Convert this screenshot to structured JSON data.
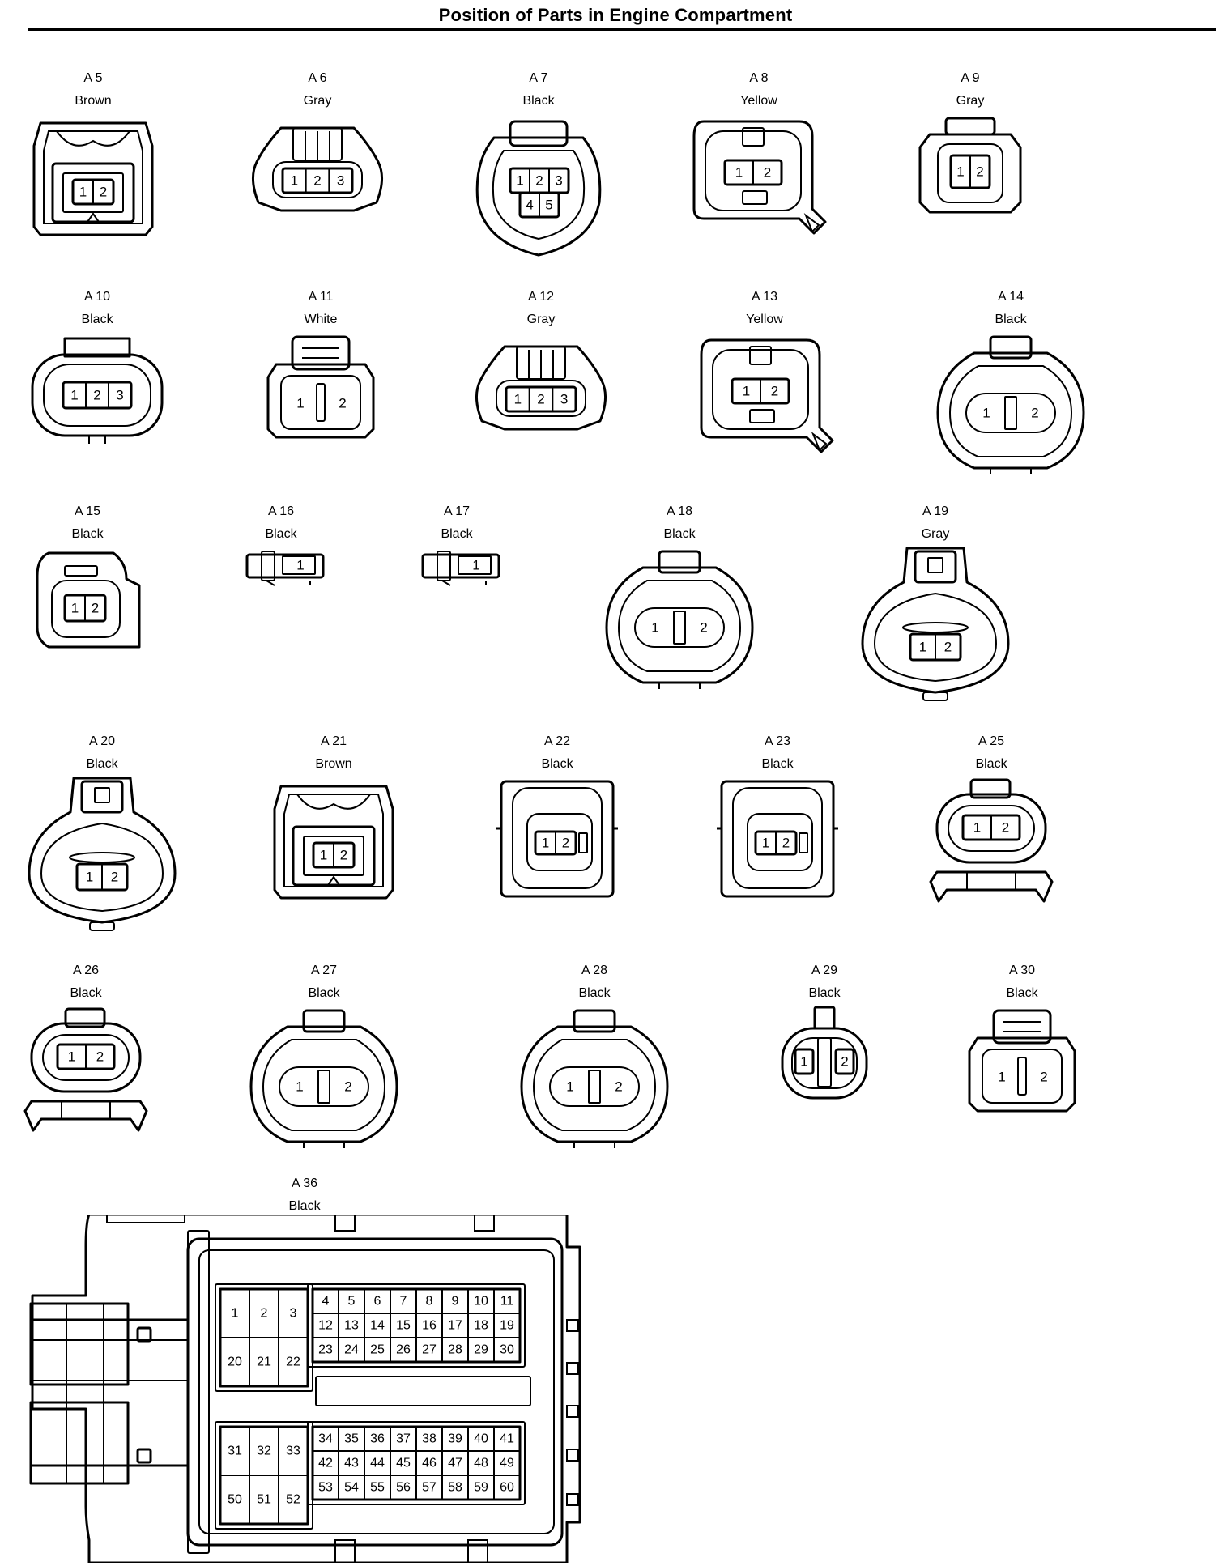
{
  "title": "Position of Parts in Engine Compartment",
  "connectors": [
    {
      "id": "A 5",
      "color": "Brown",
      "pins": [
        "1",
        "2"
      ]
    },
    {
      "id": "A 6",
      "color": "Gray",
      "pins": [
        "1",
        "2",
        "3"
      ]
    },
    {
      "id": "A 7",
      "color": "Black",
      "pins": [
        "1",
        "2",
        "3",
        "4",
        "5"
      ]
    },
    {
      "id": "A 8",
      "color": "Yellow",
      "pins": [
        "1",
        "2"
      ]
    },
    {
      "id": "A 9",
      "color": "Gray",
      "pins": [
        "1",
        "2"
      ]
    },
    {
      "id": "A 10",
      "color": "Black",
      "pins": [
        "1",
        "2",
        "3"
      ]
    },
    {
      "id": "A 11",
      "color": "White",
      "pins": [
        "1",
        "2"
      ]
    },
    {
      "id": "A 12",
      "color": "Gray",
      "pins": [
        "1",
        "2",
        "3"
      ]
    },
    {
      "id": "A 13",
      "color": "Yellow",
      "pins": [
        "1",
        "2"
      ]
    },
    {
      "id": "A 14",
      "color": "Black",
      "pins": [
        "1",
        "2"
      ]
    },
    {
      "id": "A 15",
      "color": "Black",
      "pins": [
        "1",
        "2"
      ]
    },
    {
      "id": "A 16",
      "color": "Black",
      "pins": [
        "1"
      ]
    },
    {
      "id": "A 17",
      "color": "Black",
      "pins": [
        "1"
      ]
    },
    {
      "id": "A 18",
      "color": "Black",
      "pins": [
        "1",
        "2"
      ]
    },
    {
      "id": "A 19",
      "color": "Gray",
      "pins": [
        "1",
        "2"
      ]
    },
    {
      "id": "A 20",
      "color": "Black",
      "pins": [
        "1",
        "2"
      ]
    },
    {
      "id": "A 21",
      "color": "Brown",
      "pins": [
        "1",
        "2"
      ]
    },
    {
      "id": "A 22",
      "color": "Black",
      "pins": [
        "1",
        "2"
      ]
    },
    {
      "id": "A 23",
      "color": "Black",
      "pins": [
        "1",
        "2"
      ]
    },
    {
      "id": "A 25",
      "color": "Black",
      "pins": [
        "1",
        "2"
      ]
    },
    {
      "id": "A 26",
      "color": "Black",
      "pins": [
        "1",
        "2"
      ]
    },
    {
      "id": "A 27",
      "color": "Black",
      "pins": [
        "1",
        "2"
      ]
    },
    {
      "id": "A 28",
      "color": "Black",
      "pins": [
        "1",
        "2"
      ]
    },
    {
      "id": "A 29",
      "color": "Black",
      "pins": [
        "1",
        "2"
      ]
    },
    {
      "id": "A 30",
      "color": "Black",
      "pins": [
        "1",
        "2"
      ]
    }
  ],
  "a36": {
    "id": "A 36",
    "color": "Black",
    "blocks": [
      {
        "rows": [
          [
            "1",
            "2",
            "3"
          ],
          [
            "20",
            "21",
            "22"
          ]
        ]
      },
      {
        "rows": [
          [
            "4",
            "5",
            "6",
            "7",
            "8",
            "9",
            "10",
            "11"
          ],
          [
            "12",
            "13",
            "14",
            "15",
            "16",
            "17",
            "18",
            "19"
          ],
          [
            "23",
            "24",
            "25",
            "26",
            "27",
            "28",
            "29",
            "30"
          ]
        ]
      },
      {
        "rows": [
          [
            "31",
            "32",
            "33"
          ],
          [
            "50",
            "51",
            "52"
          ]
        ]
      },
      {
        "rows": [
          [
            "34",
            "35",
            "36",
            "37",
            "38",
            "39",
            "40",
            "41"
          ],
          [
            "42",
            "43",
            "44",
            "45",
            "46",
            "47",
            "48",
            "49"
          ],
          [
            "53",
            "54",
            "55",
            "56",
            "57",
            "58",
            "59",
            "60"
          ]
        ]
      }
    ]
  }
}
